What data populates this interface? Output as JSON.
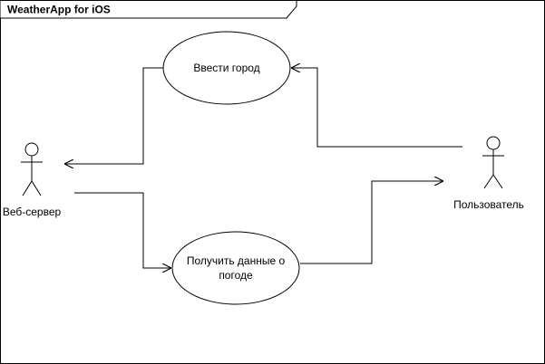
{
  "frame": {
    "title": "WeatherApp for iOS"
  },
  "actors": {
    "web_server": {
      "label": "Веб-сервер"
    },
    "user": {
      "label": "Пользователь"
    }
  },
  "use_cases": {
    "enter_city": {
      "label": "Ввести город"
    },
    "get_weather": {
      "line1": "Получить данные о",
      "line2": "погоде"
    }
  },
  "colors": {
    "stroke": "#000000",
    "background": "#ffffff"
  }
}
